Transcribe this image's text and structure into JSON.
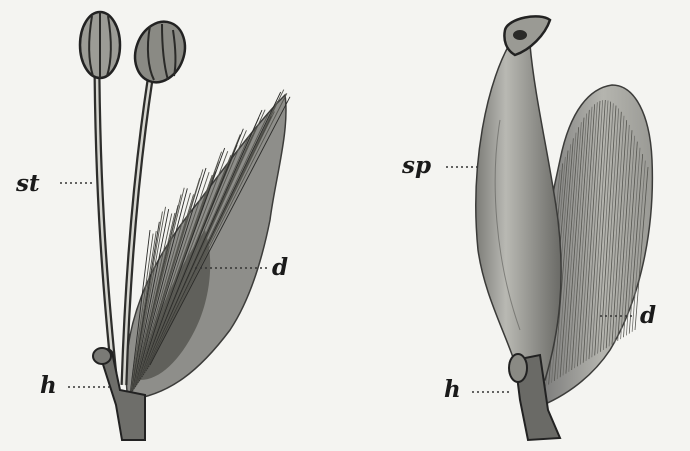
{
  "figure": {
    "left_specimen": {
      "labels": {
        "stamen": "st",
        "disc": "d",
        "hair": "h"
      }
    },
    "right_specimen": {
      "labels": {
        "sepal": "sp",
        "disc": "d",
        "hair": "h"
      }
    }
  },
  "colors": {
    "paper": "#f4f4f1",
    "ink": "#1a1a1a",
    "shade_dark": "#4a4a48",
    "shade_mid": "#8a8a86",
    "shade_light": "#c4c4be"
  }
}
